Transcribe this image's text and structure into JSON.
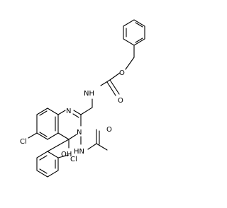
{
  "molecule": {
    "atoms": {
      "carbonyl_o_carbamate": "O",
      "ester_o": "O",
      "nh_carbamate": "NH",
      "n_ring_1": "N",
      "chloro_ring": "Cl",
      "n_ring_3": "N",
      "nh_amide": "HN",
      "carbonyl_o_amide": "O",
      "hydroxyl": "OH",
      "chloro_phenyl": "Cl"
    }
  }
}
